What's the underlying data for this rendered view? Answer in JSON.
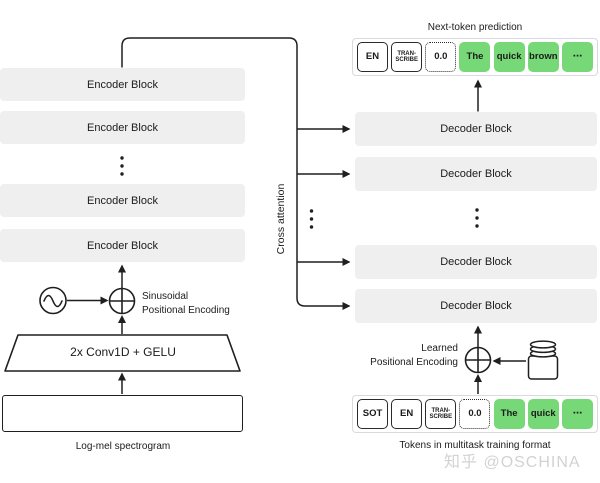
{
  "colors": {
    "green": "#77d877",
    "block": "#efeff0",
    "line": "#1f1f1f",
    "border": "#d9d9e0",
    "wm": "#cbcbce"
  },
  "encoder": {
    "blocks": [
      "Encoder Block",
      "Encoder Block",
      "Encoder Block",
      "Encoder Block"
    ],
    "conv_label": "2x Conv1D + GELU",
    "input_label": "Log-mel spectrogram",
    "pos_line1": "Sinusoidal",
    "pos_line2": "Positional Encoding"
  },
  "decoder": {
    "blocks": [
      "Decoder Block",
      "Decoder Block",
      "Decoder Block",
      "Decoder Block"
    ],
    "pos_line1": "Learned",
    "pos_line2": "Positional Encoding"
  },
  "cross_attention_label": "Cross attention",
  "next_token_label": "Next-token prediction",
  "tokens_caption": "Tokens in multitask training format",
  "tokens_top": [
    {
      "text": "EN",
      "style": "outlined"
    },
    {
      "text": "TRAN-SCRIBE",
      "style": "outlined-small"
    },
    {
      "text": "0.0",
      "style": "dotted"
    },
    {
      "text": "The",
      "style": "green"
    },
    {
      "text": "quick",
      "style": "green"
    },
    {
      "text": "brown",
      "style": "green"
    },
    {
      "text": "⋯",
      "style": "green"
    }
  ],
  "tokens_bottom": [
    {
      "text": "SOT",
      "style": "outlined"
    },
    {
      "text": "EN",
      "style": "outlined"
    },
    {
      "text": "TRAN-SCRIBE",
      "style": "outlined-small"
    },
    {
      "text": "0.0",
      "style": "dotted"
    },
    {
      "text": "The",
      "style": "green"
    },
    {
      "text": "quick",
      "style": "green"
    },
    {
      "text": "⋯",
      "style": "green"
    }
  ],
  "watermark": "知乎 @OSCHINA"
}
